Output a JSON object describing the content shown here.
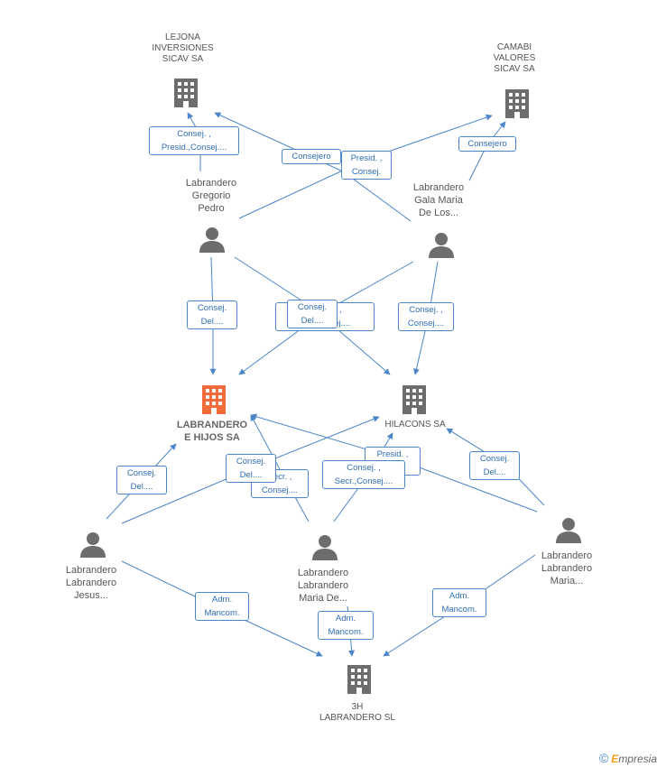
{
  "colors": {
    "edge": "#4a86c8",
    "edge_text": "#2f6db5",
    "node_gray": "#6d6d6d",
    "focus": "#f26b3a"
  },
  "nodes": {
    "lejona": {
      "label": [
        "LEJONA",
        "INVERSIONES",
        "SICAV SA"
      ],
      "type": "company"
    },
    "camabi": {
      "label": [
        "CAMABI",
        "VALORES",
        "SICAV SA"
      ],
      "type": "company"
    },
    "gregorio": {
      "label": [
        "Labrandero",
        "Gregorio",
        "Pedro"
      ],
      "type": "person"
    },
    "gala": {
      "label": [
        "Labrandero",
        "Gala Maria",
        "De Los..."
      ],
      "type": "person"
    },
    "labrandero_hijos": {
      "label": [
        "LABRANDERO",
        "E HIJOS SA"
      ],
      "type": "company-focus"
    },
    "hilacons": {
      "label": [
        "HILACONS SA"
      ],
      "type": "company"
    },
    "jesus": {
      "label": [
        "Labrandero",
        "Labrandero",
        "Jesus..."
      ],
      "type": "person"
    },
    "maria_de": {
      "label": [
        "Labrandero",
        "Labrandero",
        "Maria De..."
      ],
      "type": "person"
    },
    "maria": {
      "label": [
        "Labrandero",
        "Labrandero",
        "Maria..."
      ],
      "type": "person"
    },
    "tresh": {
      "label": [
        "3H",
        "LABRANDERO SL"
      ],
      "type": "company"
    }
  },
  "edge_labels": {
    "e1": [
      "Consej. ,",
      "Presid.,Consej...."
    ],
    "e2": [
      "Consejero"
    ],
    "e3": [
      "Presid. ,",
      "Consej."
    ],
    "e4": [
      "Consejero"
    ],
    "e5": [
      "Consej.",
      "Del...."
    ],
    "e6": [
      "Consej. ,",
      "Vi...Consej...."
    ],
    "e7": [
      "Consej.",
      "Del...."
    ],
    "e8": [
      "Consej. ,",
      "Consej...."
    ],
    "e9": [
      "Consej.",
      "Del...."
    ],
    "e10": [
      "Consej.",
      "Del...."
    ],
    "e11": [
      "Secr. ,",
      "Consej...."
    ],
    "e12": [
      "Presid. ,",
      "..."
    ],
    "e13": [
      "Consej. ,",
      "Secr.,Consej...."
    ],
    "e14": [
      "Consej.",
      "Del...."
    ],
    "e15": [
      "Adm.",
      "Mancom."
    ],
    "e16": [
      "Adm.",
      "Mancom."
    ],
    "e17": [
      "Adm.",
      "Mancom."
    ]
  },
  "footer": {
    "copyright": "©",
    "brand_first": "E",
    "brand_rest": "mpresia"
  }
}
